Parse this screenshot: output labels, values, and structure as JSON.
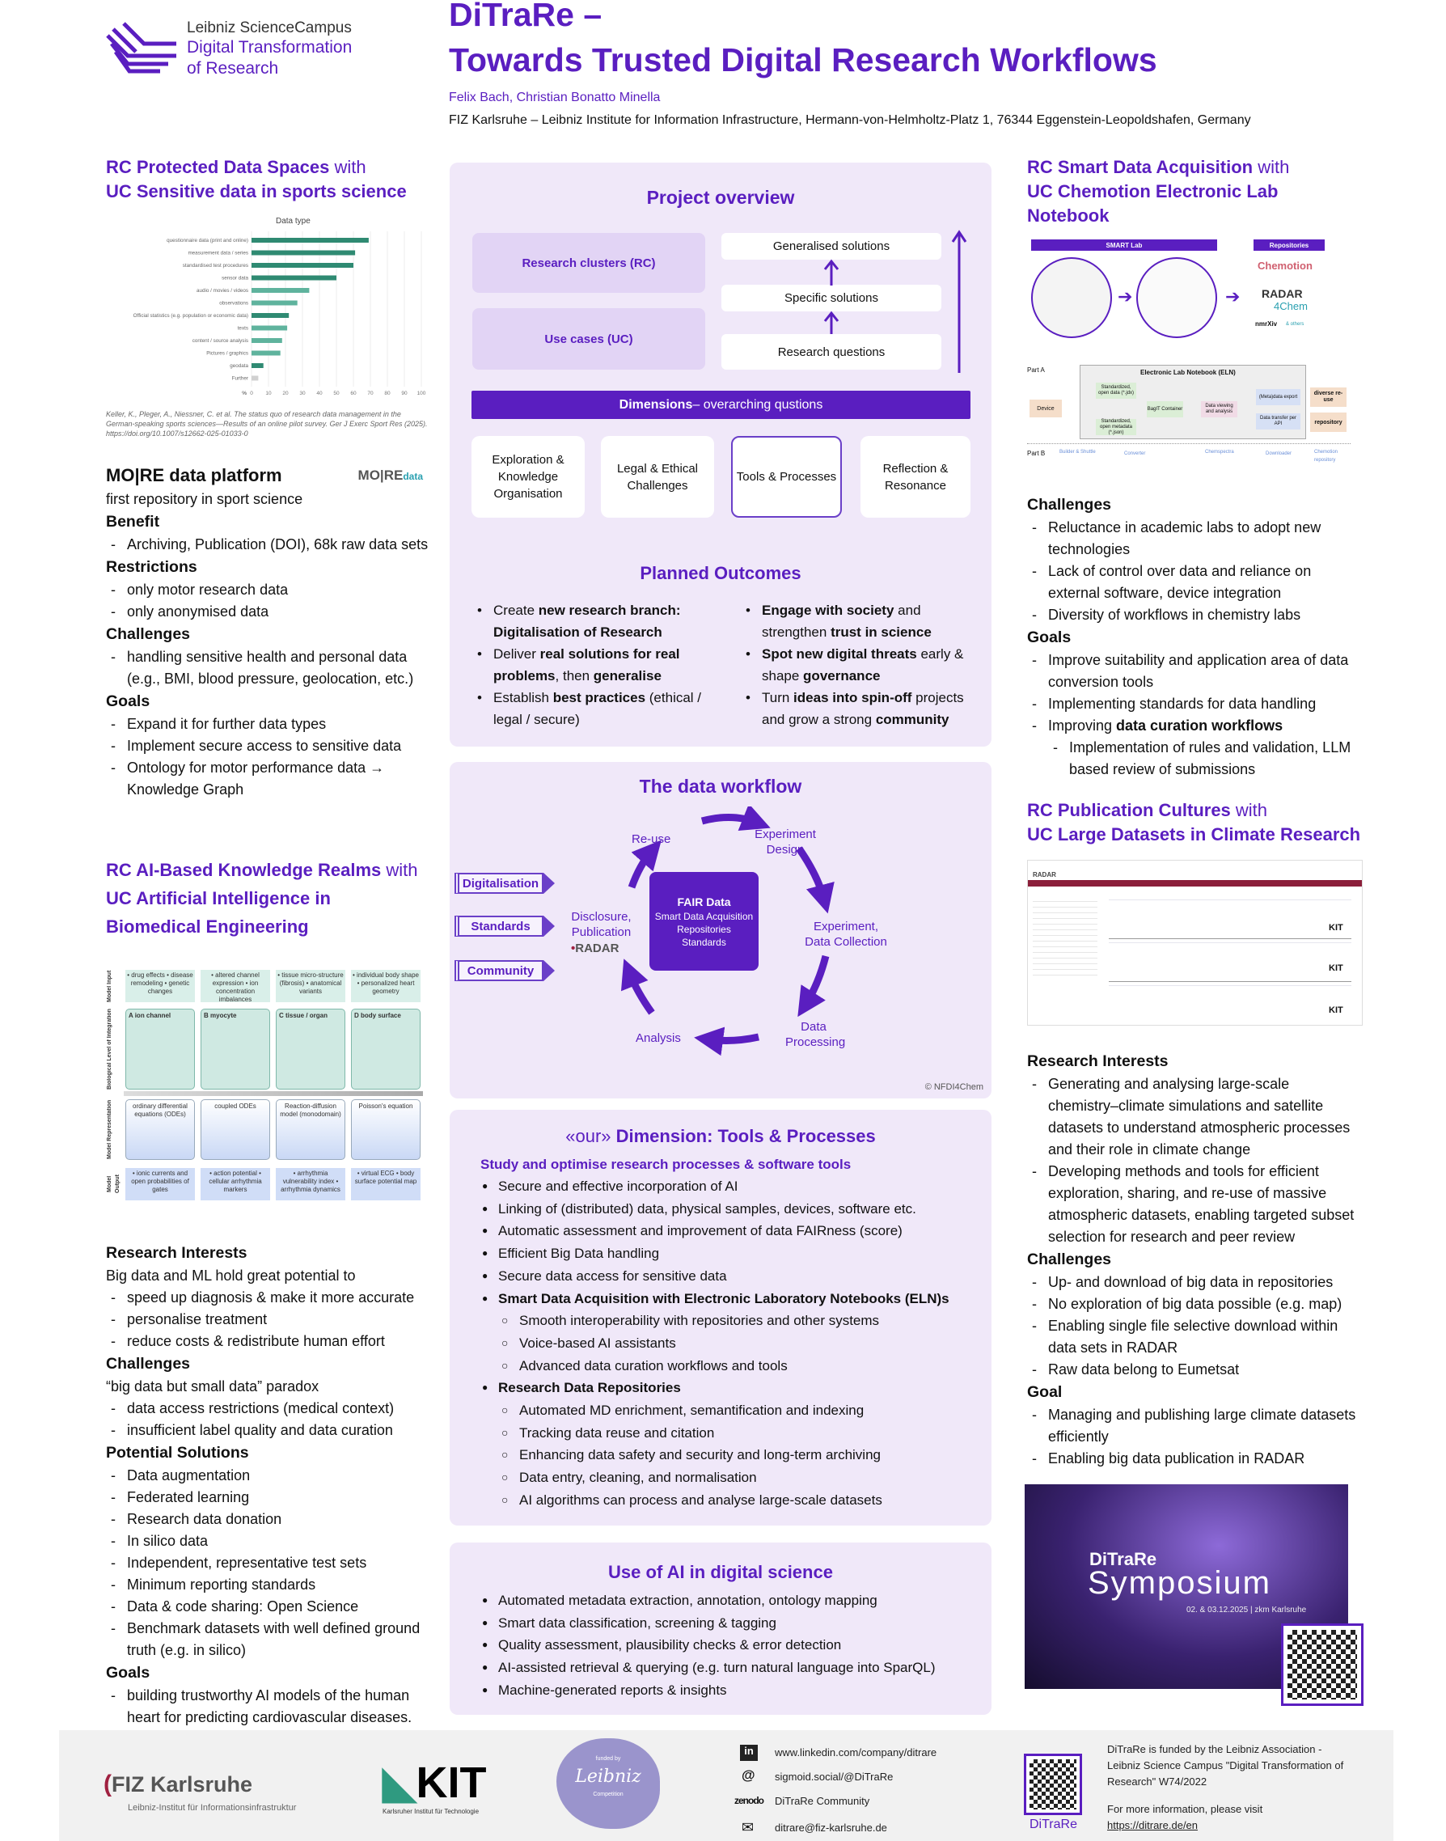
{
  "header": {
    "logo": {
      "line1": "Leibniz ScienceCampus",
      "line2": "Digital Transformation",
      "line3": "of Research"
    },
    "title1": "DiTraRe –",
    "title2": "Towards Trusted Digital Research Workflows",
    "authors": "Felix Bach, Christian Bonatto Minella",
    "affiliation": "FIZ Karlsruhe – Leibniz Institute for Information Infrastructure, Hermann-von-Helmholtz-Platz 1, 76344 Eggenstein-Leopoldshafen, Germany"
  },
  "left": {
    "sec1": {
      "rc": "RC Protected Data Spaces",
      "with": " with",
      "uc": "UC Sensitive data in sports science"
    },
    "chart_data": {
      "type": "bar",
      "title": "Data type",
      "xlabel": "%",
      "xlim": [
        0,
        100
      ],
      "ticks": [
        "0",
        "10",
        "20",
        "30",
        "40",
        "50",
        "60",
        "70",
        "80",
        "90",
        "100"
      ],
      "categories": [
        "questionnaire data (print and online)",
        "measurement data / series",
        "standardised test procedures",
        "sensor data",
        "audio / movies / videos",
        "observations",
        "Official statistics (e.g. population or economic data)",
        "texts",
        "content / source analysis",
        "Pictures / graphics",
        "geodata",
        "Further"
      ],
      "values": [
        69,
        61,
        60,
        50,
        34,
        27,
        22,
        21,
        18,
        17,
        7,
        4
      ],
      "colors": [
        "#2f8a72",
        "#2f8a72",
        "#2f8a72",
        "#2f8a72",
        "#5fb39d",
        "#5fb39d",
        "#2f8a72",
        "#5fb39d",
        "#5fb39d",
        "#5fb39d",
        "#2f8a72",
        "#d0d0d0"
      ]
    },
    "citation": "Keller, K., Pleger, A., Niessner, C. et al. The status quo of research data management in the German-speaking sports sciences—Results of an online pilot survey. Ger J Exerc Sport Res (2025). https://doi.org/10.1007/s12662-025-01033-0",
    "more": {
      "title": "MO|RE data platform",
      "logo_a": "MO|RE",
      "logo_b": "data",
      "blocks": [
        {
          "p": "first repository in sport science"
        },
        {
          "h": "Benefit"
        },
        {
          "d": "Archiving, Publication (DOI), 68k raw data sets"
        },
        {
          "h": "Restrictions"
        },
        {
          "d": "only motor research data"
        },
        {
          "d": "only anonymised data"
        },
        {
          "h": "Challenges"
        },
        {
          "d": "handling sensitive health and personal data (e.g., BMI, blood pressure, geolocation, etc.)"
        },
        {
          "h": "Goals"
        },
        {
          "d": "Expand it for further data types"
        },
        {
          "d": "Implement secure access to sensitive data"
        },
        {
          "d": "Ontology for motor performance data → Knowledge Graph"
        }
      ]
    },
    "sec2": {
      "rc": "RC AI-Based Knowledge Realms",
      "with": " with",
      "uc1": "UC Artificial Intelligence in",
      "uc2": "Biomedical Engineering"
    },
    "bio_figure": {
      "rows": [
        "Model Input",
        "Biological Level of Integration",
        "Model Representation",
        "Model Output"
      ],
      "inputs": [
        "• drug effects • disease remodeling • genetic changes",
        "• altered channel expression • ion concentration imbalances",
        "• tissue micro-structure (fibrosis) • anatomical variants",
        "• individual body shape • personalized heart geometry"
      ],
      "levels": [
        "A  ion channel",
        "B  myocyte",
        "C  tissue / organ",
        "D  body surface"
      ],
      "reps": [
        "ordinary differential equations (ODEs)",
        "coupled ODEs",
        "Reaction-diffusion model (monodomain)",
        "Poisson's equation"
      ],
      "outputs": [
        "• ionic currents and open probabilities of gates",
        "• action potential • cellular arrhythmia markers",
        "• arrhythmia vulnerability index • arrhythmia dynamics",
        "• virtual ECG • body surface potential map"
      ]
    },
    "ai_blocks": [
      {
        "h": "Research Interests"
      },
      {
        "p": "Big data and ML hold great potential to"
      },
      {
        "d": "speed up diagnosis & make it more accurate"
      },
      {
        "d": "personalise treatment"
      },
      {
        "d": "reduce costs & redistribute human effort"
      },
      {
        "h": "Challenges"
      },
      {
        "p": "“big data but small data” paradox"
      },
      {
        "d": "data access restrictions (medical context)"
      },
      {
        "d": "insufficient label quality and data curation"
      },
      {
        "h": "Potential Solutions"
      },
      {
        "d": "Data augmentation"
      },
      {
        "d": "Federated learning"
      },
      {
        "d": "Research data donation"
      },
      {
        "d": "In silico data"
      },
      {
        "d": "Independent, representative test sets"
      },
      {
        "d": "Minimum reporting standards"
      },
      {
        "d": "Data & code sharing: Open Science"
      },
      {
        "d": "Benchmark datasets with well defined ground truth (e.g. in silico)"
      },
      {
        "h": "Goals"
      },
      {
        "d": "building trustworthy AI models of the human heart for predicting cardiovascular diseases."
      }
    ]
  },
  "center": {
    "overview": {
      "title": "Project overview",
      "rc": "Research clusters (RC)",
      "uc": "Use cases (UC)",
      "generalised": "Generalised solutions",
      "specific": "Specific solutions",
      "questions": "Research questions",
      "dim_bold": "Dimensions",
      "dim_rest": " – overarching qustions",
      "dims": [
        "Exploration & Knowledge Organisation",
        "Legal & Ethical Challenges",
        "Tools & Processes",
        "Reflection & Resonance"
      ],
      "outcomes_title": "Planned Outcomes",
      "outcomes_left": [
        [
          [
            "Create ",
            0
          ],
          [
            "new research branch: Digitalisation of Research",
            1
          ]
        ],
        [
          [
            "Deliver ",
            0
          ],
          [
            "real solutions for real problems",
            1
          ],
          [
            ", then ",
            0
          ],
          [
            "generalise",
            1
          ]
        ],
        [
          [
            "Establish ",
            0
          ],
          [
            "best practices",
            1
          ],
          [
            " (ethical / legal / secure)",
            0
          ]
        ]
      ],
      "outcomes_right": [
        [
          [
            "Engage with society",
            1
          ],
          [
            " and strengthen ",
            0
          ],
          [
            "trust in science",
            1
          ]
        ],
        [
          [
            "Spot new digital threats",
            1
          ],
          [
            " early & shape ",
            0
          ],
          [
            "governance",
            1
          ]
        ],
        [
          [
            "Turn ",
            0
          ],
          [
            "ideas into spin-off",
            1
          ],
          [
            " projects and grow a strong ",
            0
          ],
          [
            "community",
            1
          ]
        ]
      ]
    },
    "workflow": {
      "title": "The data workflow",
      "tags": [
        "Digitalisation",
        "Standards",
        "Community"
      ],
      "center_title": "FAIR Data",
      "center_lines": [
        "Smart Data Acquisition",
        "Repositories",
        "Standards"
      ],
      "steps": [
        "Re-use",
        "Experiment Design",
        "Experiment, Data Collection",
        "Data Processing",
        "Analysis",
        "Disclosure, Publication"
      ],
      "radar": "RADAR",
      "credit": "© NFDI4Chem"
    },
    "tools": {
      "title_pre": "«our» ",
      "title": "Dimension: Tools & Processes",
      "subtitle": "Study and optimise research processes & software tools",
      "blocks": [
        {
          "b": "Secure and effective incorporation of AI"
        },
        {
          "b": "Linking of (distributed) data, physical samples, devices, software etc."
        },
        {
          "b": "Automatic assessment and improvement of data FAIRness (score)"
        },
        {
          "b": "Efficient Big Data handling"
        },
        {
          "b": "Secure data access for sensitive data"
        },
        {
          "b": [
            [
              "Smart Data Acquisition with Electronic Laboratory Notebooks (ELN)s",
              1
            ]
          ]
        },
        {
          "o": "Smooth interoperability with repositories and other systems"
        },
        {
          "o": "Voice-based AI assistants"
        },
        {
          "o": "Advanced data curation workflows and tools"
        },
        {
          "b": [
            [
              "Research Data Repositories",
              1
            ]
          ]
        },
        {
          "o": "Automated MD enrichment, semantification and indexing"
        },
        {
          "o": "Tracking data reuse and citation"
        },
        {
          "o": "Enhancing data safety and security and long-term archiving"
        },
        {
          "o": "Data entry, cleaning, and normalisation"
        },
        {
          "o": "AI algorithms can process and analyse large-scale datasets"
        }
      ]
    },
    "ai": {
      "title": "Use of AI in digital science",
      "blocks": [
        {
          "b": "Automated metadata extraction, annotation, ontology mapping"
        },
        {
          "b": "Smart data classification, screening & tagging"
        },
        {
          "b": "Quality assessment, plausibility checks & error detection"
        },
        {
          "b": "AI-assisted retrieval & querying (e.g. turn natural language into SparQL)"
        },
        {
          "b": "Machine-generated reports & insights"
        }
      ]
    }
  },
  "right": {
    "sec1": {
      "rc": "RC Smart Data Acquisition",
      "with": " with",
      "uc": "UC Chemotion Electronic Lab Notebook"
    },
    "eln_figure": {
      "smart_lab": "SMART Lab",
      "repositories": "Repositories",
      "chemotion": "Chemotion",
      "radar": "RADAR",
      "radar4chem": "4Chem",
      "nmrxiv": "nmrXiv",
      "others": "& others",
      "part_a": "Part A",
      "part_b": "Part B",
      "eln": "Electronic Lab Notebook (ELN)",
      "device": "Device",
      "open_data": "Standardized, open data (*.jdx)",
      "open_meta": "Standardized, open metadata (*.json)",
      "bagit": "BagIT Container",
      "viewing": "Data viewing and analysis",
      "export": "(Meta)data export",
      "transfer": "Data transfer per API",
      "reuse": "diverse re-use",
      "repository": "repository",
      "tools": [
        "Builder & Shuttle",
        "Converter",
        "Chemspectra",
        "Downloader",
        "Chemotion repository"
      ]
    },
    "chem_blocks": [
      {
        "h": "Challenges"
      },
      {
        "d": "Reluctance in academic labs to adopt new technologies"
      },
      {
        "d": "Lack of control over data and reliance on external software, device integration"
      },
      {
        "d": "Diversity of workflows in chemistry labs"
      },
      {
        "h": "Goals"
      },
      {
        "d": "Improve suitability and application area of data conversion tools"
      },
      {
        "d": "Implementing standards for data handling"
      },
      {
        "d": [
          [
            "Improving ",
            0
          ],
          [
            "data curation workflows",
            1
          ]
        ]
      },
      {
        "dd": "Implementation of rules and validation, LLM based review of submissions"
      }
    ],
    "sec2": {
      "rc": "RC Publication Cultures",
      "with": " with",
      "uc": "UC Large Datasets in Climate Research"
    },
    "radar_shot": {
      "logo": "RADAR",
      "kit": "KIT"
    },
    "climate_blocks": [
      {
        "h": "Research Interests"
      },
      {
        "d": "Generating and analysing large-scale chemistry–climate simulations and satellite datasets to understand atmospheric processes and their role in climate change"
      },
      {
        "d": "Developing methods and tools for efficient exploration, sharing, and re-use of massive atmospheric datasets, enabling targeted subset selection for research and peer review"
      },
      {
        "h": "Challenges"
      },
      {
        "d": "Up- and download of big data in repositories"
      },
      {
        "d": "No exploration of big data possible (e.g. map)"
      },
      {
        "d": "Enabling single file selective download within data sets in RADAR"
      },
      {
        "d": "Raw data belong to Eumetsat"
      },
      {
        "h": "Goal"
      },
      {
        "d": "Managing and publishing large climate datasets efficiently"
      },
      {
        "d": "Enabling big data publication in RADAR"
      }
    ],
    "symposium": {
      "brand": "DiTraRe",
      "title": "Symposium",
      "date": "02. & 03.12.2025 | zkm Karlsruhe"
    }
  },
  "footer": {
    "fiz": "FIZ Karlsruhe",
    "fiz_sub": "Leibniz-Institut für Informationsinfrastruktur",
    "kit": "KIT",
    "kit_sub": "Karlsruher Institut für Technologie",
    "leibniz_top": "funded by",
    "leibniz": "Leibniz",
    "leibniz_bottom": "Competition",
    "linkedin": "www.linkedin.com/company/ditrare",
    "mastodon": "sigmoid.social/@DiTraRe",
    "zenodo_logo": "zenodo",
    "zenodo": "DiTraRe Community",
    "email": "ditrare@fiz-karlsruhe.de",
    "qr_label": "DiTraRe",
    "funding": "DiTraRe is funded by the Leibniz Association - Leibniz Science Campus \"Digital Transformation of Research\" W74/2022",
    "more_info": "For more information, please visit",
    "link": "https://ditrare.de/en"
  }
}
